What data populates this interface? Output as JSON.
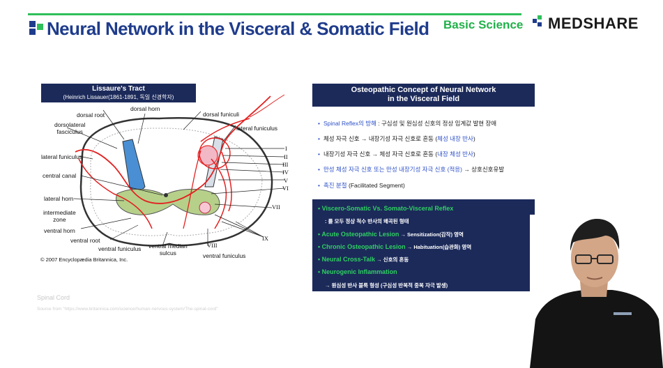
{
  "header": {
    "title": "Neural Network in the Visceral & Somatic Field",
    "category": "Basic Science",
    "brand": "MEDSHARE",
    "accent_color": "#2fbf5a",
    "title_color": "#1f3c8c"
  },
  "diagram": {
    "box_title": "Lissaure's Tract",
    "box_subtitle": "(Heinrich Lissauer(1861-1891, 독일 신경학자)",
    "labels": {
      "dorsal_root": "dorsal root",
      "dorsal_horn": "dorsal horn",
      "dorsolateral_fasciculus": "dorsolateral\nfasciculus",
      "dorsal_funiculi": "dorsal funiculi",
      "lateral_funiculus_right": "lateral funiculus",
      "lateral_funiculus_left": "lateral funiculus",
      "central_canal": "central canal",
      "lateral_horn": "lateral horn",
      "intermediate_zone": "intermediate\nzone",
      "ventral_horn": "ventral horn",
      "ventral_root": "ventral root",
      "ventral_funiculus_left": "ventral funiculus",
      "ventral_median_sulcus": "ventral median\nsulcus",
      "ventral_funiculus_right": "ventral funiculus",
      "laminae": [
        "I",
        "II",
        "III",
        "IV",
        "V",
        "VI",
        "VII",
        "VIII",
        "IX"
      ]
    },
    "copyright": "© 2007 Encyclopædia Britannica, Inc.",
    "caption": "Spinal Cord",
    "source": "Source from \"https://www.britannica.com/science/human-nervous-system/The-spinal-cord\""
  },
  "concept": {
    "title_line1": "Osteopathic Concept of Neural Network",
    "title_line2": "in the Visceral Field",
    "bullets": [
      {
        "highlight": "Spinal Reflex의 방해",
        "rest": " : 구심성 및 원심성 신호의 정상 임계값 발현 장애"
      },
      {
        "pre": "체성 자극 신호 → 내장기성 자극 신호로 혼동 (",
        "highlight": "체성 내장 반사",
        "post": ")"
      },
      {
        "pre": "내장기성 자극 신호 → 체성 자극 신호로 혼동 (",
        "highlight": "내장 체성 반사",
        "post": ")"
      },
      {
        "highlight": "만성 체성 자극 신호 또는 만성 내장기성 자극 신호 (적응)",
        "rest": " → 상호신호유발"
      },
      {
        "highlight": "촉진 분절",
        "rest": " (Facilitated Segment)"
      }
    ]
  },
  "reflex": {
    "heading": "Viscero-Somatic Vs. Somato-Visceral Reflex",
    "heading_sub": ": 를 모두 정상 척수 반사의 왜곡된 형태",
    "acute": "Acute Osteopathic Lesion",
    "acute_note": " → Sensitization(감작) 영역",
    "chronic": "Chronic Osteopathic Lesion",
    "chronic_note": " → Habituation(습관화) 영역",
    "crosstalk": "Neural Cross-Talk",
    "crosstalk_note": " → 신호의 혼동",
    "neurogenic": "Neurogenic Inflammation",
    "neurogenic_note": "→ 원심성 반사 블록 형성 (구심성 반복적 중복 자극 발생)"
  }
}
